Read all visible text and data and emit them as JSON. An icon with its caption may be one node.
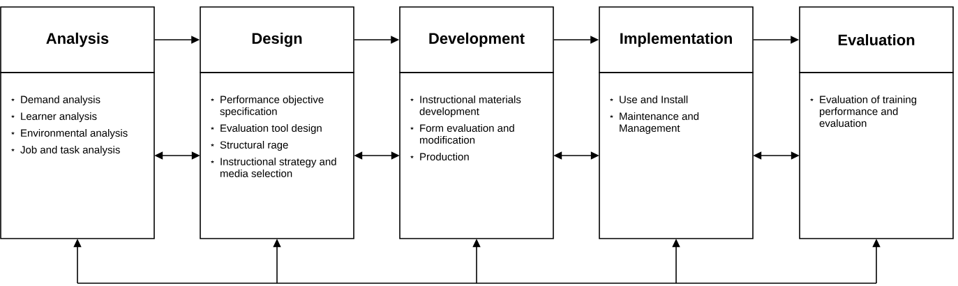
{
  "diagram": {
    "nodes": [
      {
        "text": [
          "Analysis"
        ]
      },
      {
        "text": [
          "Demand analysis",
          "Learner analysis",
          "Environmental analysis",
          "Job and task analysis"
        ]
      },
      {
        "text": [
          "Design"
        ]
      },
      {
        "text": [
          "Performance objective specification",
          "Evaluation tool design",
          "Structural rage",
          "Instructional strategy and media selection"
        ]
      },
      {
        "text": [
          "Development"
        ]
      },
      {
        "text": [
          "Instructional materials development",
          "Form evaluation and modification",
          "Production"
        ]
      },
      {
        "text": [
          "Implementation"
        ]
      },
      {
        "text": [
          "Use and Install",
          "Maintenance and Management"
        ]
      },
      {
        "text": [
          "Evaluation"
        ]
      },
      {
        "text": [
          "Evaluation of training performance and evaluation"
        ]
      }
    ],
    "edges": [
      {
        "from": 0,
        "to": 2,
        "arrow": "to"
      },
      {
        "from": 2,
        "to": 4,
        "arrow": "to"
      },
      {
        "from": 4,
        "to": 6,
        "arrow": "to"
      },
      {
        "from": 6,
        "to": 8,
        "arrow": "to"
      },
      {
        "from": 1,
        "to": 3,
        "arrow": "both"
      },
      {
        "from": 3,
        "to": 5,
        "arrow": "both"
      },
      {
        "from": 5,
        "to": 7,
        "arrow": "both"
      },
      {
        "from": 7,
        "to": 9,
        "arrow": "both"
      },
      {
        "from": null,
        "to": 1,
        "arrow": "to"
      },
      {
        "from": null,
        "to": 3,
        "arrow": "to"
      },
      {
        "from": null,
        "to": 5,
        "arrow": "to"
      },
      {
        "from": null,
        "to": 7,
        "arrow": "to"
      },
      {
        "from": null,
        "to": 9,
        "arrow": "to"
      }
    ]
  }
}
